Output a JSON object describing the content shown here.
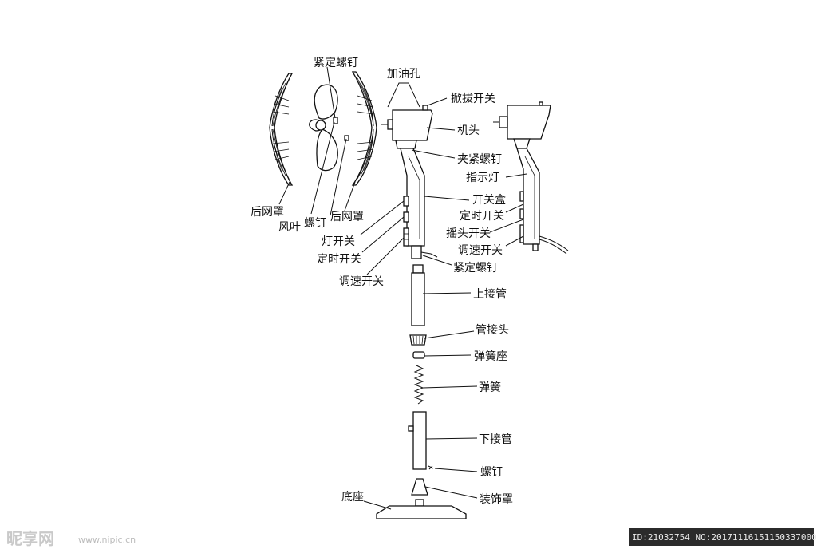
{
  "labels": {
    "jinding_luoding_top": "紧定螺钉",
    "jiayou_kong": "加油孔",
    "qiaoba_kaiguan": "掀拔开关",
    "jitou": "机头",
    "jiajin_luoding": "夹紧螺钉",
    "zhishi_deng": "指示灯",
    "kaiguan_he": "开关盒",
    "dingshi_kaiguan_right": "定时开关",
    "yaotou_kaiguan": "摇头开关",
    "tiaosu_kaiguan_right": "调速开关",
    "jinding_luoding_bottom": "紧定螺钉",
    "deng_kaiguan": "灯开关",
    "dingshi_kaiguan_left": "定时开关",
    "tiaosu_kaiguan_left": "调速开关",
    "hou_wangzhao_left": "后网罩",
    "fengye": "风叶",
    "luoding_left": "螺钉",
    "hou_wangzhao_right": "后网罩",
    "shang_jieguan": "上接管",
    "guan_jietou": "管接头",
    "tanhuang_zuo": "弹簧座",
    "tanhuang": "弹簧",
    "xia_jieguan": "下接管",
    "luoding_bottom": "螺钉",
    "zhuangshi_zhao": "装饰罩",
    "dizuo": "底座"
  },
  "watermark": {
    "logo": "昵享网",
    "url": "www.nipic.cn",
    "id_text": "ID:21032754 NO:20171116151150337000"
  }
}
